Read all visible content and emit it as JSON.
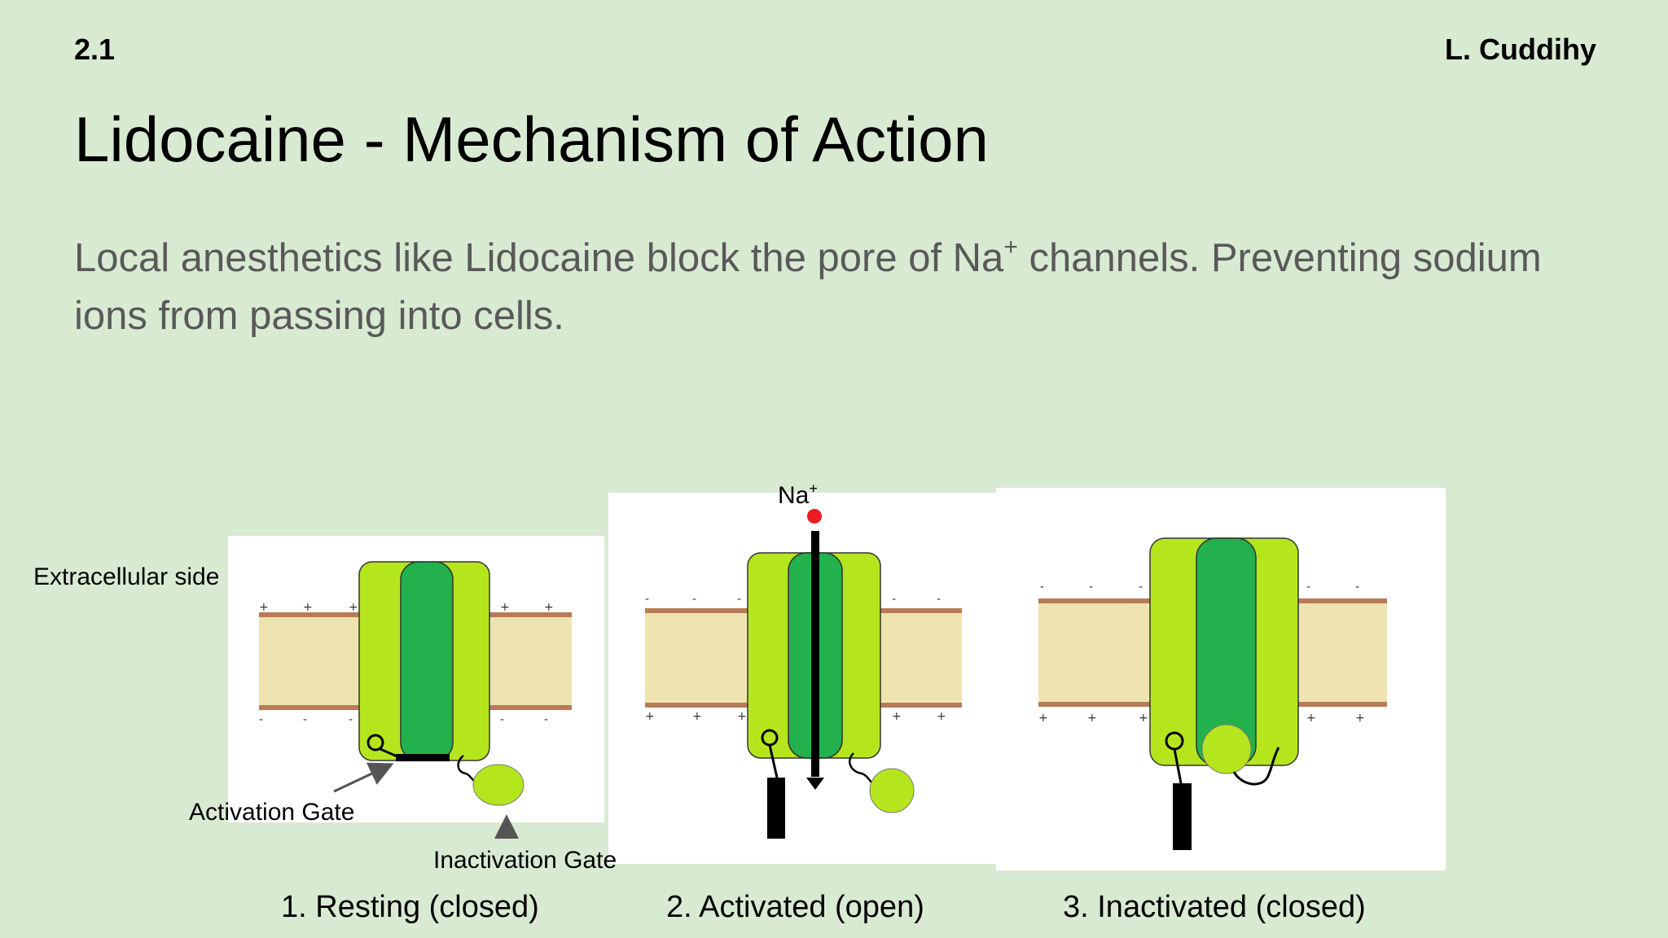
{
  "header": {
    "slide_number": "2.1",
    "author": "L. Cuddihy"
  },
  "title": "Lidocaine - Mechanism of Action",
  "body": {
    "text_before": "Local anesthetics like Lidocaine block the pore of Na",
    "superscript": "+",
    "text_after": " channels. Preventing sodium ions from passing into cells."
  },
  "diagram": {
    "labels": {
      "extracellular": "Extracellular side",
      "activation_gate": "Activation Gate",
      "inactivation_gate": "Inactivation Gate",
      "ion": "Na",
      "ion_charge": "+"
    },
    "captions": [
      "1. Resting (closed)",
      "2. Activated (open)",
      "3. Inactivated (closed)"
    ],
    "colors": {
      "background": "#d9ead3",
      "channel_outer": "#b5e61d",
      "channel_pore": "#22b14c",
      "membrane_fill": "#efe4b0",
      "membrane_edge": "#b97a57",
      "ion": "#ed1c24"
    }
  }
}
